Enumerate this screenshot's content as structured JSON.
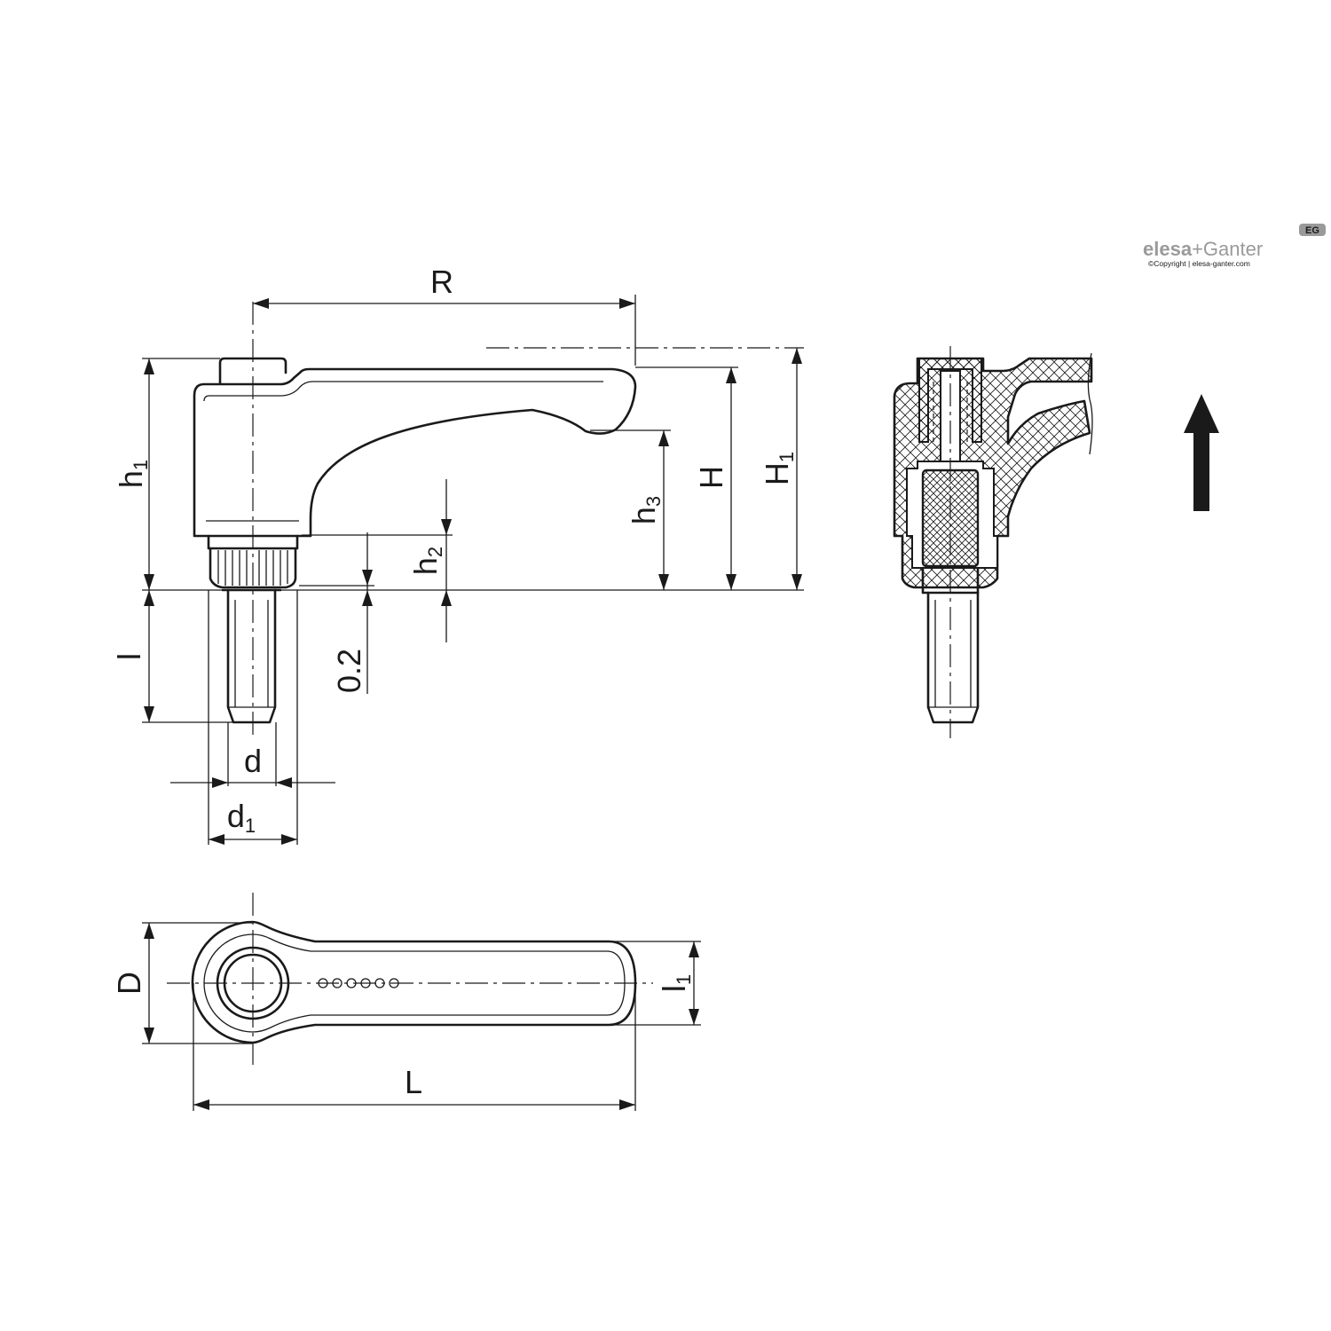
{
  "labels": {
    "R": "R",
    "h1": "h",
    "h1_sub": "1",
    "h2": "h",
    "h2_sub": "2",
    "h3": "h",
    "h3_sub": "3",
    "H": "H",
    "H1": "H",
    "H1_sub": "1",
    "l": "l",
    "gap": "0.2",
    "d": "d",
    "d1": "d",
    "d1_sub": "1",
    "D": "D",
    "l1": "l",
    "l1_sub": "1",
    "L": "L"
  },
  "logo": {
    "brand_a": "elesa",
    "plus": "+",
    "brand_b": "Ganter",
    "badge": "EG",
    "copyright": "©Copyright | elesa-ganter.com"
  },
  "icons": {
    "direction": "up-arrow-icon"
  },
  "colors": {
    "line": "#1a1a1a",
    "logo": "#9a9a9a",
    "background": "#ffffff"
  }
}
